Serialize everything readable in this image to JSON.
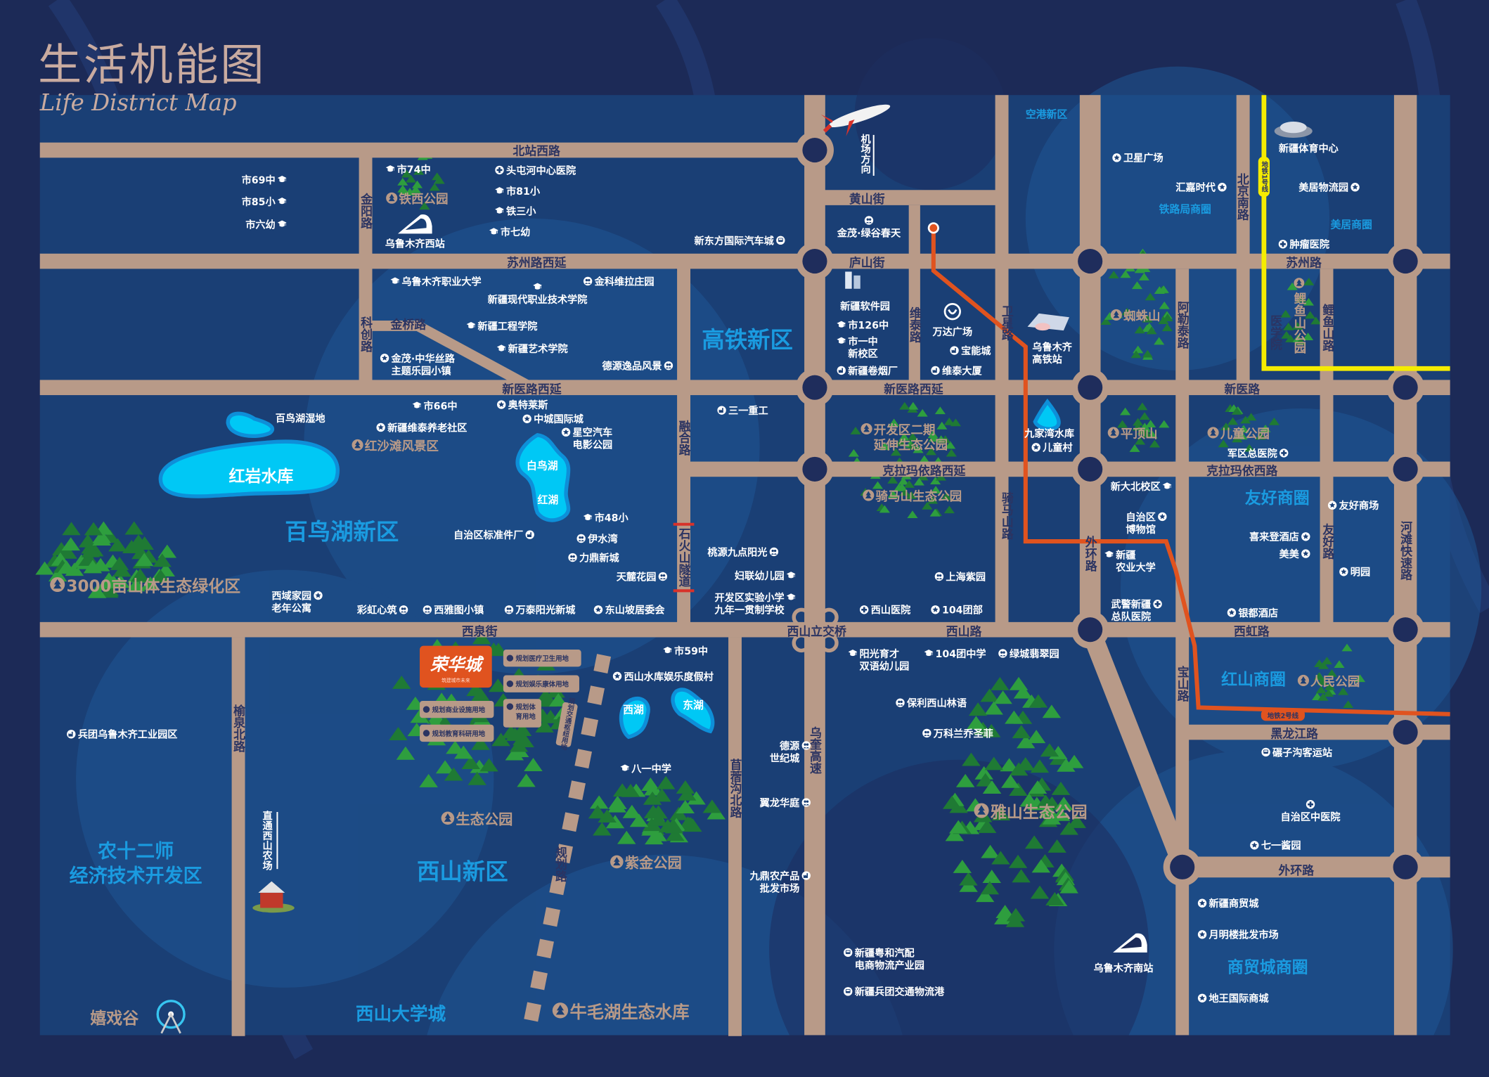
{
  "title": {
    "main": "生活机能图",
    "sub": "Life District Map"
  },
  "colors": {
    "background": "#1c2a57",
    "map_block": "#1a3f75",
    "road": "#b89a88",
    "district": "#1a9be0",
    "metro_line1": "#f5ec00",
    "metro_line2": "#e0531f",
    "brand": "#e0531f"
  },
  "brand": {
    "name": "荣华城",
    "tagline": "筑建城市未来"
  },
  "metro": {
    "line1": "地铁1号线",
    "line2": "地铁2号线"
  },
  "directions": {
    "airport": "机场方向",
    "farm": "直通西山农场"
  },
  "roads": [
    "北站西路",
    "苏州路西延",
    "新医路西延",
    "西泉街",
    "庐山街",
    "黄山街",
    "新医路西延",
    "克拉玛依路西延",
    "西山立交桥",
    "西山路",
    "苏州路",
    "新医路",
    "克拉玛依西路",
    "西虹路",
    "黑龙江路",
    "外环路",
    "金桥路",
    "金阳路",
    "科创路",
    "融合路",
    "石火山隧道",
    "乌奎高速",
    "维泰路",
    "卫星路",
    "骑马山路",
    "外环路",
    "阿勒泰路",
    "宝山路",
    "北京南路",
    "医学院",
    "鲤鱼山路",
    "友好路",
    "河滩快速路",
    "榆泉北路",
    "苜蓿沟北路",
    "规划路"
  ],
  "districts": [
    "高铁新区",
    "百鸟湖新区",
    "西山新区",
    "农十二师",
    "经济技术开发区",
    "西山大学城",
    "空港新区",
    "铁路局商圈",
    "美居商圈",
    "友好商圈",
    "红山商圈",
    "商贸城商圈"
  ],
  "parks": [
    "铁西公园",
    "红沙滩风景区",
    "3000亩山体生态绿化区",
    "生态公园",
    "紫金公园",
    "牛毛湖生态水库",
    "雅山生态公园",
    "开发区二期\n延伸生态公园",
    "骑马山生态公园",
    "蜘蛛山",
    "平顶山",
    "儿童公园",
    "鲤鱼山公园",
    "人民公园",
    "嬉戏谷"
  ],
  "lakes": [
    "红岩水库",
    "白鸟湖",
    "红湖",
    "西湖",
    "东湖"
  ],
  "plots": [
    "规划医疗卫生用地",
    "规划娱乐康体用地",
    "规划商业设施用地",
    "规划教育科研用地",
    "规划体\n育用地",
    "规划交通枢纽用地"
  ],
  "pois": [
    {
      "label": "市69中",
      "type": "school"
    },
    {
      "label": "市85小",
      "type": "school"
    },
    {
      "label": "市六幼",
      "type": "school"
    },
    {
      "label": "市74中",
      "type": "school"
    },
    {
      "label": "头屯河中心医院",
      "type": "hospital"
    },
    {
      "label": "市81小",
      "type": "school"
    },
    {
      "label": "铁三小",
      "type": "school"
    },
    {
      "label": "市七幼",
      "type": "school"
    },
    {
      "label": "乌鲁木齐西站",
      "type": "none"
    },
    {
      "label": "新东方国际汽车城",
      "type": "bus"
    },
    {
      "label": "乌鲁木齐职业大学",
      "type": "school"
    },
    {
      "label": "新疆现代职业技术学院",
      "type": "school"
    },
    {
      "label": "金科维拉庄园",
      "type": "residence"
    },
    {
      "label": "新疆工程学院",
      "type": "school"
    },
    {
      "label": "新疆艺术学院",
      "type": "school"
    },
    {
      "label": "金茂·中华丝路\n主题乐园小镇",
      "type": "star"
    },
    {
      "label": "德源逸品风景",
      "type": "residence"
    },
    {
      "label": "市66中",
      "type": "school"
    },
    {
      "label": "奥特莱斯",
      "type": "star"
    },
    {
      "label": "新疆维泰养老社区",
      "type": "star"
    },
    {
      "label": "中城国际城",
      "type": "star"
    },
    {
      "label": "星空汽车\n电影公园",
      "type": "star"
    },
    {
      "label": "市48小",
      "type": "school"
    },
    {
      "label": "自治区标准件厂",
      "type": "factory"
    },
    {
      "label": "伊水湾",
      "type": "residence"
    },
    {
      "label": "力鼎新城",
      "type": "residence"
    },
    {
      "label": "天麓花园",
      "type": "residence"
    },
    {
      "label": "西域家园\n老年公寓",
      "type": "star"
    },
    {
      "label": "彩虹心筑",
      "type": "residence"
    },
    {
      "label": "西雅图小镇",
      "type": "residence"
    },
    {
      "label": "万泰阳光新城",
      "type": "residence"
    },
    {
      "label": "东山坡居委会",
      "type": "star"
    },
    {
      "label": "三一重工",
      "type": "factory"
    },
    {
      "label": "桃源九点阳光",
      "type": "residence"
    },
    {
      "label": "妇联幼儿园",
      "type": "school"
    },
    {
      "label": "开发区实验小学\n九年一贯制学校",
      "type": "school"
    },
    {
      "label": "金茂·绿谷春天",
      "type": "residence"
    },
    {
      "label": "新疆软件园",
      "type": "none"
    },
    {
      "label": "市126中",
      "type": "school"
    },
    {
      "label": "市一中\n新校区",
      "type": "school"
    },
    {
      "label": "新疆卷烟厂",
      "type": "factory"
    },
    {
      "label": "万达广场",
      "type": "mall"
    },
    {
      "label": "宝能城",
      "type": "factory"
    },
    {
      "label": "维泰大厦",
      "type": "factory"
    },
    {
      "label": "乌鲁木齐\n高铁站",
      "type": "none"
    },
    {
      "label": "卫星广场",
      "type": "star"
    },
    {
      "label": "汇嘉时代",
      "type": "star"
    },
    {
      "label": "新疆体育中心",
      "type": "none"
    },
    {
      "label": "美居物流园",
      "type": "star"
    },
    {
      "label": "肿瘤医院",
      "type": "hospital"
    },
    {
      "label": "九家湾水库",
      "type": "none"
    },
    {
      "label": "儿童村",
      "type": "star"
    },
    {
      "label": "军区总医院",
      "type": "hospital"
    },
    {
      "label": "新大北校区",
      "type": "school"
    },
    {
      "label": "自治区\n博物馆",
      "type": "star"
    },
    {
      "label": "新疆\n农业大学",
      "type": "school"
    },
    {
      "label": "武警新疆\n总队医院",
      "type": "hospital"
    },
    {
      "label": "友好商场",
      "type": "star"
    },
    {
      "label": "喜来登酒店",
      "type": "star"
    },
    {
      "label": "美美",
      "type": "star"
    },
    {
      "label": "明园",
      "type": "star"
    },
    {
      "label": "银都酒店",
      "type": "star"
    },
    {
      "label": "上海紫园",
      "type": "residence"
    },
    {
      "label": "西山医院",
      "type": "hospital"
    },
    {
      "label": "104团部",
      "type": "star"
    },
    {
      "label": "市59中",
      "type": "school"
    },
    {
      "label": "西山水库娱乐度假村",
      "type": "star"
    },
    {
      "label": "八一中学",
      "type": "school"
    },
    {
      "label": "阳光育才\n双语幼儿园",
      "type": "school"
    },
    {
      "label": "104团中学",
      "type": "school"
    },
    {
      "label": "绿城翡翠园",
      "type": "residence"
    },
    {
      "label": "保利西山林语",
      "type": "residence"
    },
    {
      "label": "万科兰乔圣菲",
      "type": "residence"
    },
    {
      "label": "德源\n世纪城",
      "type": "residence"
    },
    {
      "label": "翼龙华庭",
      "type": "residence"
    },
    {
      "label": "九鼎农产品\n批发市场",
      "type": "factory"
    },
    {
      "label": "新疆粤和汽配\n电商物流产业园",
      "type": "bus"
    },
    {
      "label": "新疆兵团交通物流港",
      "type": "bus"
    },
    {
      "label": "乌鲁木齐南站",
      "type": "none"
    },
    {
      "label": "碾子沟客运站",
      "type": "bus"
    },
    {
      "label": "自治区中医院",
      "type": "hospital"
    },
    {
      "label": "七一酱园",
      "type": "star"
    },
    {
      "label": "新疆商贸城",
      "type": "star"
    },
    {
      "label": "月明楼批发市场",
      "type": "star"
    },
    {
      "label": "地王国际商城",
      "type": "star"
    },
    {
      "label": "兵团乌鲁木齐工业园区",
      "type": "factory"
    },
    {
      "label": "百鸟湖湿地",
      "type": "none"
    }
  ]
}
